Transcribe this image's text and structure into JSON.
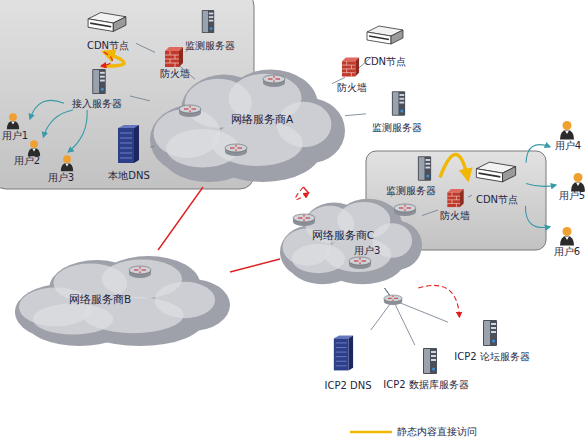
{
  "diagram": {
    "nodes": [
      {
        "text": [
          "CDN节点"
        ]
      },
      {
        "text": [
          "监测服务器"
        ]
      },
      {
        "text": [
          "防火墙"
        ]
      },
      {
        "text": [
          "接入服务器"
        ]
      },
      {
        "text": [
          "用户1"
        ]
      },
      {
        "text": [
          "用户2"
        ]
      },
      {
        "text": [
          "用户3"
        ]
      },
      {
        "text": [
          "本地DNS"
        ]
      },
      {
        "text": [
          "网络服务商A"
        ]
      },
      {
        "text": [
          "CDN节点"
        ]
      },
      {
        "text": [
          "防火墙"
        ]
      },
      {
        "text": [
          "监测服务器"
        ]
      },
      {
        "text": [
          "监测服务器"
        ]
      },
      {
        "text": [
          "CDN节点"
        ]
      },
      {
        "text": [
          "防火墙"
        ]
      },
      {
        "text": [
          "用户4"
        ]
      },
      {
        "text": [
          "用户5"
        ]
      },
      {
        "text": [
          "用户6"
        ]
      },
      {
        "text": [
          "网络服务商C"
        ]
      },
      {
        "text": [
          "网络服务商B"
        ]
      },
      {
        "text": [
          "ICP2 DNS"
        ]
      },
      {
        "text": [
          "ICP2 数据库服务器"
        ]
      },
      {
        "text": [
          "ICP2 论坛服务器"
        ]
      }
    ],
    "edges": [
      {
        "from": 3,
        "to": 0,
        "arrow": "to"
      },
      {
        "from": 0,
        "to": 3,
        "arrow": "to"
      },
      {
        "from": 3,
        "to": 4,
        "arrow": "to"
      },
      {
        "from": 3,
        "to": 5,
        "arrow": "to"
      },
      {
        "from": 3,
        "to": 6,
        "arrow": "to"
      },
      {
        "from": 0,
        "to": 2,
        "arrow": "none"
      },
      {
        "from": 1,
        "to": 2,
        "arrow": "none"
      },
      {
        "from": 2,
        "to": 8,
        "arrow": "none"
      },
      {
        "from": 3,
        "to": 8,
        "arrow": "none"
      },
      {
        "from": 7,
        "to": 8,
        "arrow": "none"
      },
      {
        "from": 8,
        "to": 10,
        "arrow": "none"
      },
      {
        "from": 8,
        "to": 11,
        "arrow": "none"
      },
      {
        "from": 9,
        "to": 10,
        "arrow": "none"
      },
      {
        "from": 8,
        "to": 19,
        "arrow": "none"
      },
      {
        "from": 8,
        "to": 18,
        "arrow": "none"
      },
      {
        "from": 19,
        "to": 18,
        "arrow": "none"
      },
      {
        "from": 8,
        "to": 18,
        "arrow": "to"
      },
      {
        "from": 12,
        "to": 13,
        "arrow": "to"
      },
      {
        "from": 18,
        "to": 12,
        "arrow": "none"
      },
      {
        "from": 18,
        "to": 14,
        "arrow": "none"
      },
      {
        "from": 14,
        "to": 13,
        "arrow": "none"
      },
      {
        "from": 13,
        "to": 15,
        "arrow": "to"
      },
      {
        "from": 13,
        "to": 16,
        "arrow": "to"
      },
      {
        "from": 13,
        "to": 17,
        "arrow": "to"
      },
      {
        "from": 18,
        "to": 20,
        "arrow": "none"
      },
      {
        "from": 18,
        "to": 21,
        "arrow": "none"
      },
      {
        "from": 18,
        "to": 22,
        "arrow": "none"
      },
      {
        "from": 18,
        "to": 22,
        "arrow": "to"
      }
    ],
    "labels": [
      "用户3"
    ],
    "legend": [
      {
        "text": "静态内容直接访问"
      }
    ]
  }
}
